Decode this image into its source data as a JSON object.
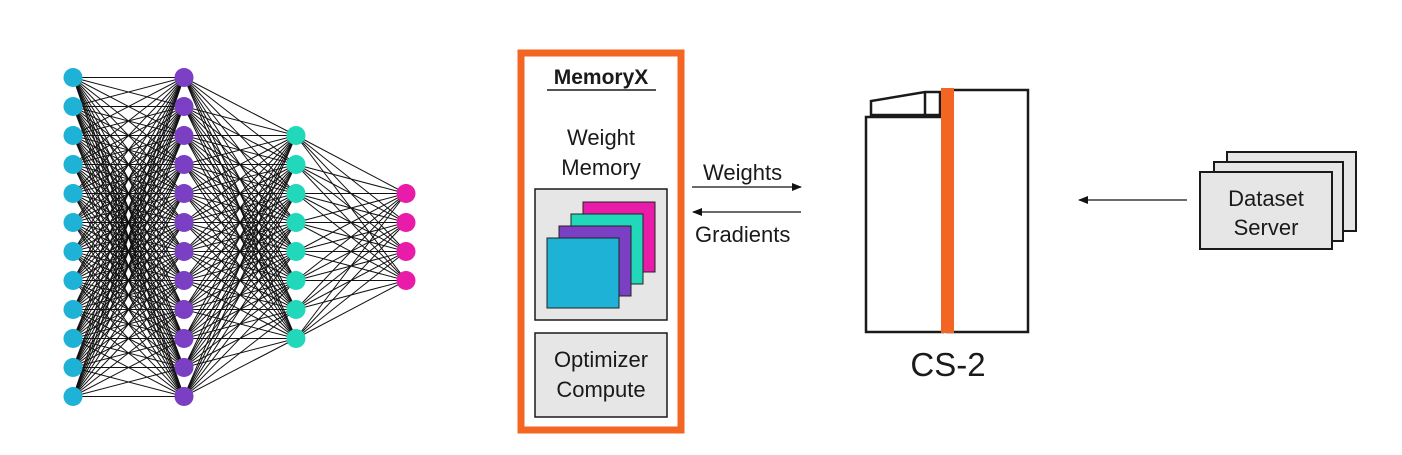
{
  "neural_network": {
    "layers": [
      {
        "nodes": 12,
        "color": "#1eb3d6"
      },
      {
        "nodes": 12,
        "color": "#7b3fc4"
      },
      {
        "nodes": 8,
        "color": "#22d8bb"
      },
      {
        "nodes": 4,
        "color": "#e81ca9"
      }
    ]
  },
  "memoryx": {
    "title": "MemoryX",
    "weight_memory_line1": "Weight",
    "weight_memory_line2": "Memory",
    "optimizer_line1": "Optimizer",
    "optimizer_line2": "Compute",
    "border_color": "#f26522",
    "stack_colors": [
      "#e81ca9",
      "#22d8bb",
      "#7b3fc4",
      "#1eb3d6"
    ]
  },
  "arrows": {
    "weights_label": "Weights",
    "gradients_label": "Gradients"
  },
  "cs2": {
    "label": "CS-2",
    "accent_color": "#f26522"
  },
  "dataset_server": {
    "line1": "Dataset",
    "line2": "Server"
  }
}
